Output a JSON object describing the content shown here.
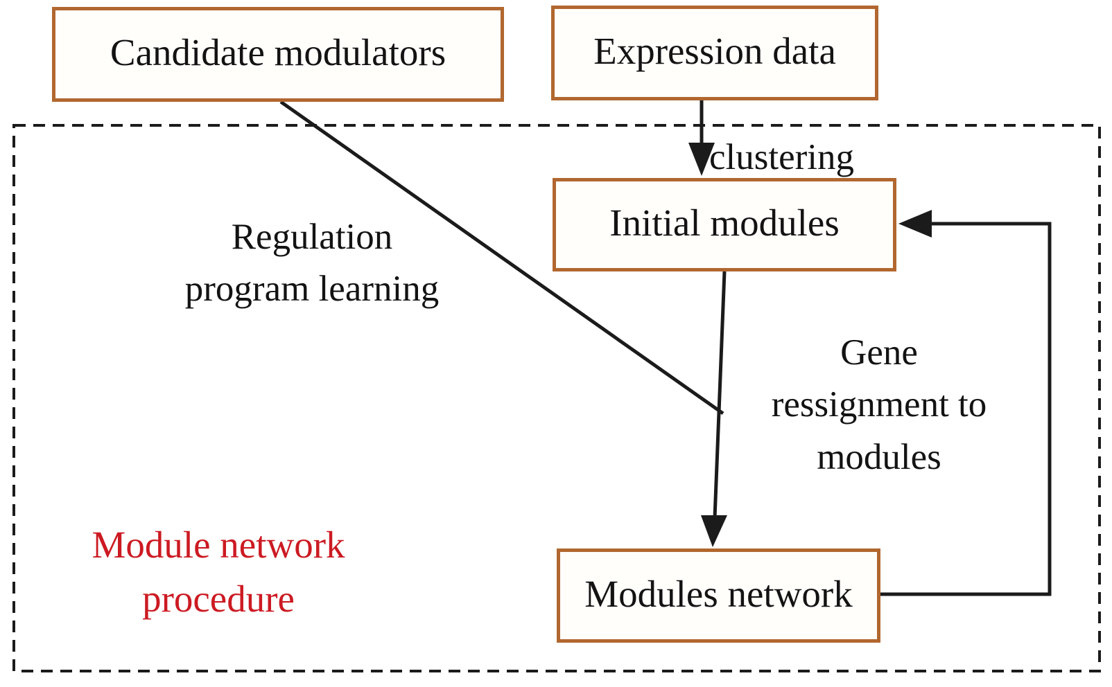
{
  "diagram": {
    "kind": "flowchart",
    "description": "Module network procedure flow diagram"
  },
  "nodes": {
    "candidate_modulators": {
      "label": "Candidate modulators"
    },
    "expression_data": {
      "label": "Expression data"
    },
    "initial_modules": {
      "label": "Initial modules"
    },
    "modules_network": {
      "label": "Modules network"
    }
  },
  "labels": {
    "clustering": {
      "text": "clustering"
    },
    "regulation": {
      "lines": [
        "Regulation",
        "program learning"
      ]
    },
    "gene_reassignment": {
      "lines": [
        "Gene",
        "ressignment to",
        "modules"
      ]
    },
    "procedure": {
      "lines": [
        "Module network",
        "procedure"
      ]
    }
  },
  "edges": [
    {
      "from": "Expression data",
      "to": "Initial modules",
      "label": "clustering",
      "style": "arrow"
    },
    {
      "from": "Candidate modulators",
      "to": "junction on Initial modules-Modules network arrow",
      "label": "Regulation program learning",
      "style": "plain-line"
    },
    {
      "from": "Initial modules",
      "to": "Modules network",
      "label": "Gene ressignment to modules",
      "style": "arrow"
    },
    {
      "from": "Modules network",
      "to": "Initial modules",
      "label": "",
      "style": "feedback-arrow-right-side"
    }
  ],
  "colors": {
    "box_border": "#b1672f",
    "box_fill": "#fffefb",
    "line": "#1b1b1b",
    "text": "#131313",
    "procedure_text": "#cc1a22",
    "background": "#ffffff"
  }
}
